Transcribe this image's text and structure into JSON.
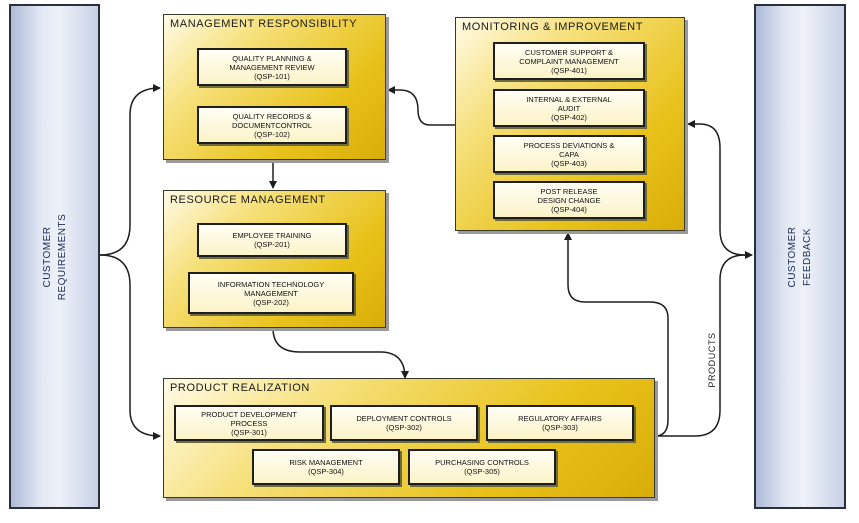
{
  "sides": {
    "left": {
      "line1": "CUSTOMER",
      "line2": "REQUIREMENTS"
    },
    "right": {
      "line1": "CUSTOMER",
      "line2": "FEEDBACK"
    }
  },
  "panels": {
    "management": {
      "title": "MANAGEMENT RESPONSIBILITY",
      "boxes": [
        {
          "l1": "QUALITY PLANNING &",
          "l2": "MANAGEMENT REVIEW",
          "code": "(QSP-101)"
        },
        {
          "l1": "QUALITY RECORDS &",
          "l2": "DOCUMENTCONTROL",
          "code": "(QSP-102)"
        }
      ]
    },
    "resource": {
      "title": "RESOURCE MANAGEMENT",
      "boxes": [
        {
          "l1": "EMPLOYEE TRAINING",
          "code": "(QSP-201)"
        },
        {
          "l1": "INFORMATION TECHNOLOGY",
          "l2": "MANAGEMENT",
          "code": "(QSP-202)"
        }
      ]
    },
    "monitoring": {
      "title": "MONITORING & IMPROVEMENT",
      "boxes": [
        {
          "l1": "CUSTOMER SUPPORT &",
          "l2": "COMPLAINT MANAGEMENT",
          "code": "(QSP-401)"
        },
        {
          "l1": "INTERNAL & EXTERNAL",
          "l2": "AUDIT",
          "code": "(QSP-402)"
        },
        {
          "l1": "PROCESS DEVIATIONS &",
          "l2": "CAPA",
          "code": "(QSP-403)"
        },
        {
          "l1": "POST RELEASE",
          "l2": "DESIGN CHANGE",
          "code": "(QSP-404)"
        }
      ]
    },
    "product": {
      "title": "PRODUCT REALIZATION",
      "boxes": [
        {
          "l1": "PRODUCT DEVELOPMENT",
          "l2": "PROCESS",
          "code": "(QSP-301)"
        },
        {
          "l1": "DEPLOYMENT CONTROLS",
          "code": "(QSP-302)"
        },
        {
          "l1": "REGULATORY AFFAIRS",
          "code": "(QSP-303)"
        },
        {
          "l1": "RISK MANAGEMENT",
          "code": "(QSP-304)"
        },
        {
          "l1": "PURCHASING CONTROLS",
          "code": "(QSP-305)"
        }
      ]
    }
  },
  "products_label": "PRODUCTS",
  "colors": {
    "panel_fill": "#e8c21a",
    "side_fill": "#d7deee",
    "line": "#1e1e1e"
  }
}
